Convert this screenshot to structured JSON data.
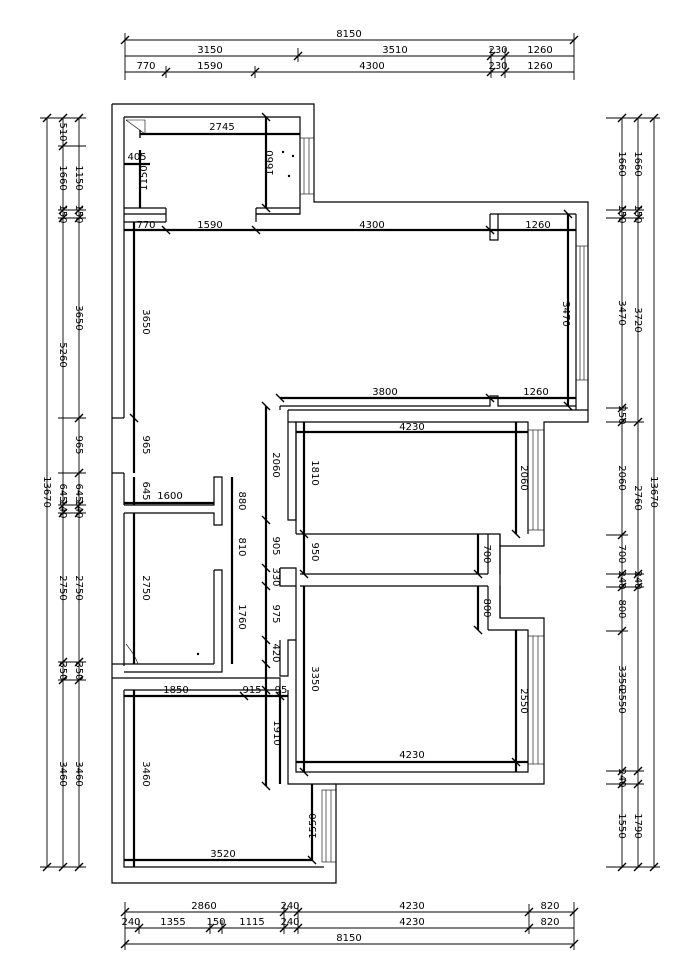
{
  "top_dims": {
    "overall": "8150",
    "row1": [
      "3150",
      "3510",
      "230",
      "1260"
    ],
    "row2": [
      "770",
      "1590",
      "4300",
      "230",
      "1260"
    ]
  },
  "bottom_dims": {
    "row1": [
      "2860",
      "240",
      "4230",
      "820"
    ],
    "row2": [
      "240",
      "1355",
      "150",
      "1115",
      "240",
      "4230",
      "820"
    ],
    "overall": "8150"
  },
  "left_dims": {
    "col1": [
      "510",
      "1660",
      "150",
      "5260",
      "645",
      "140",
      "2750",
      "350",
      "3460"
    ],
    "col2": [
      "1150",
      "150",
      "3650",
      "965",
      "645",
      "140",
      "2750",
      "350",
      "3460"
    ],
    "overall": "13670"
  },
  "right_dims": {
    "col1": [
      "1660",
      "150",
      "3470",
      "250",
      "2060",
      "700",
      "240",
      "800",
      "3350",
      "2550",
      "240",
      "1550"
    ],
    "col2": [
      "1660",
      "150",
      "3720",
      "2760",
      "240",
      "1790"
    ],
    "overall": "13670"
  },
  "interior_dims": {
    "kitchen_width": "2745",
    "kitchen_depth": "1660",
    "kitchen_nook_w": "405",
    "kitchen_nook_h": "1150",
    "living_770": "770",
    "living_1590": "1590",
    "living_4300": "4300",
    "living_1260_top": "1260",
    "living_left_3650": "3650",
    "living_right_3470": "3470",
    "living_bottom_3800": "3800",
    "living_bottom_1260": "1260",
    "left_965": "965",
    "bath_645": "645",
    "bath_1600": "1600",
    "bath_880": "880",
    "bath_810": "810",
    "bath_2750": "2750",
    "bath_1760": "1760",
    "corr_2060": "2060",
    "corr_905": "905",
    "corr_330": "330",
    "corr_975": "975",
    "corr_420": "420",
    "bed1_width": "4230",
    "bed1_1810": "1810",
    "bed1_950": "950",
    "bed1_2060": "2060",
    "bed1_700": "700",
    "bed2_800": "800",
    "bed2_3350": "3350",
    "bed2_2550": "2550",
    "bed2_width": "4230",
    "bed3_1850": "1850",
    "bed3_915": "915",
    "bed3_95": "95",
    "bed3_1910": "1910",
    "bed3_3460": "3460",
    "bed3_1550": "1550",
    "bed3_3520": "3520"
  }
}
